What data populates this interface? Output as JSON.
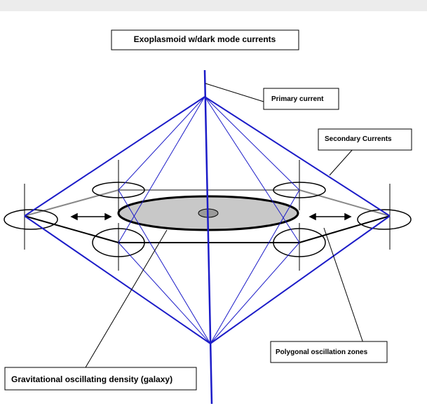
{
  "title": "Exoplasmoid w/dark mode currents",
  "labels": {
    "primary_current": "Primary current",
    "secondary_currents": "Secondary Currents",
    "polygonal_zones": "Polygonal oscillation zones",
    "galaxy": "Gravitational oscillating density (galaxy)"
  },
  "colors": {
    "primary_current": "#1c1cc8",
    "secondary_current": "#1c1cc8",
    "galaxy_disk": "#c8c8c8",
    "polygon_back": "#888888",
    "polygon_front": "#000000",
    "topbar": "#ececec"
  }
}
